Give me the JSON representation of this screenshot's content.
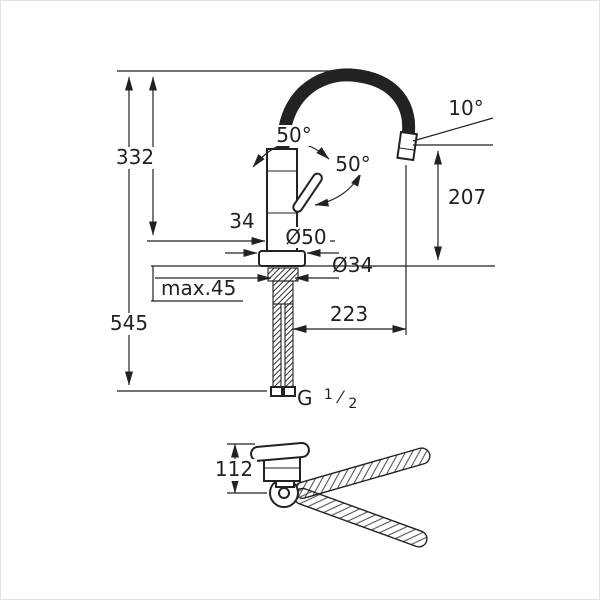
{
  "page": {
    "background": "#ffffff",
    "border_color": "#e3e3e3",
    "ink_color": "#222222"
  },
  "drawing": {
    "description": "Kitchen mixer tap dimensional technical drawing",
    "labels": {
      "total_height": "545",
      "spout_height": "332",
      "body_width": "34",
      "max_mounting_thickness": "max.45",
      "base_diameter": "Ø50",
      "hole_diameter": "Ø34",
      "spout_reach": "223",
      "outlet_height": "207",
      "outlet_angle": "10°",
      "handle_swing": "50°",
      "handle_swing_2": "50°",
      "base_unit_height": "112",
      "thread": {
        "prefix": "G",
        "numerator": "1",
        "fraction_slash": "⁄",
        "denominator": "2"
      }
    }
  }
}
